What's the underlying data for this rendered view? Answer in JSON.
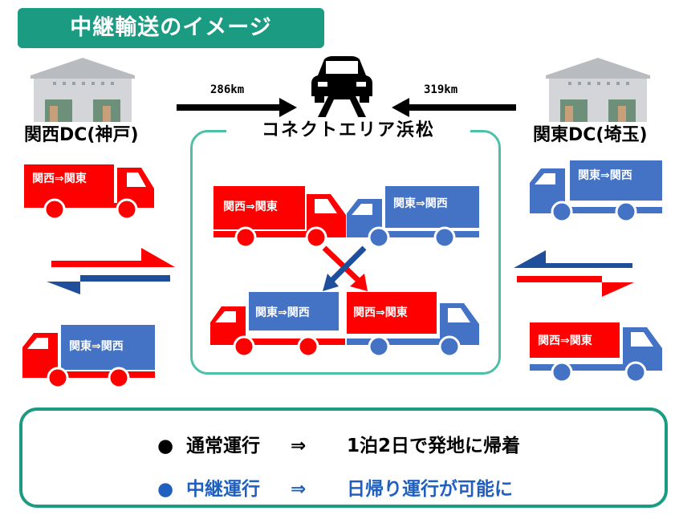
{
  "title": "中継輸送のイメージ",
  "left_dc": {
    "label": "関西DC(神戸)"
  },
  "right_dc": {
    "label": "関東DC(埼玉)"
  },
  "distances": {
    "left": "286km",
    "right": "319km"
  },
  "relay_area": {
    "label": "コネクトエリア浜松"
  },
  "trucks": {
    "left_top": "関西⇒関東",
    "left_bottom": "関東⇒関西",
    "right_top": "関東⇒関西",
    "right_bottom": "関西⇒関東",
    "center_top_red": "関西⇒関東",
    "center_top_blue": "関東⇒関西",
    "center_bottom_red": "関東⇒関西",
    "center_bottom_blue": "関西⇒関東"
  },
  "notes": [
    {
      "bullet": "●",
      "label": "通常運行",
      "arrow": "⇒",
      "result": "1泊2日で発地に帰着",
      "color": "#000000"
    },
    {
      "bullet": "●",
      "label": "中継運行",
      "arrow": "⇒",
      "result": "日帰り運行が可能に",
      "color": "#1f5fbf"
    }
  ],
  "colors": {
    "red": "#ff0000",
    "blue": "#4472c4",
    "navy": "#1f4e9a",
    "teal": "#1a9b82"
  }
}
